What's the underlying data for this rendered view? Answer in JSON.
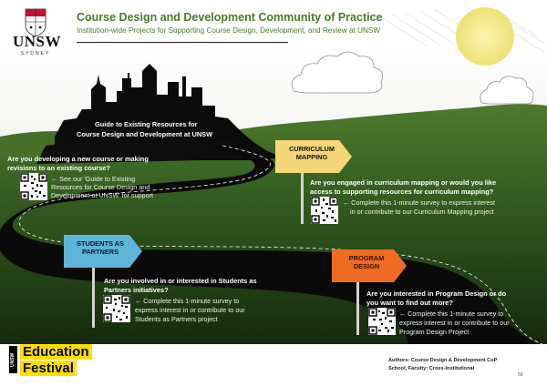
{
  "header": {
    "logo_text": "UNSW",
    "logo_subtext": "SYDNEY",
    "title": "Course Design and Development Community of Practice",
    "subtitle": "Institution-wide Projects for Supporting Course Design, Development, and Review at UNSW"
  },
  "city": {
    "label_line1": "Guide to Existing Resources for",
    "label_line2": "Course Design and Development at UNSW"
  },
  "sections": {
    "revisions": {
      "question_line1": "Are you developing a new course or making",
      "question_line2": "revisions to an existing course?",
      "desc_line1": "← See our 'Guide to Existing",
      "desc_line2": "Resources for Course Design and",
      "desc_line3": "Development at UNSW' for support"
    },
    "curriculum": {
      "sign_line1": "CURRICULUM",
      "sign_line2": "MAPPING",
      "question_line1": "Are you engaged in curriculum mapping  or would you like",
      "question_line2": "access to supporting resources for curriculum mapping?",
      "desc_line1": "← Complete this 1-minute survey to express interest",
      "desc_line2": "in or contribute to our Curriculum Mapping project"
    },
    "students": {
      "sign_line1": "STUDENTS AS",
      "sign_line2": "PARTNERS",
      "question_line1": "Are you involved in or interested in Students as",
      "question_line2": "Partners initiatives?",
      "desc_line1": "← Complete this 1-minute survey to",
      "desc_line2": "express interest in or contribute to our",
      "desc_line3": "Students as Partners project"
    },
    "program": {
      "sign_line1": "PROGRAM",
      "sign_line2": "DESIGN",
      "question_line1": "Are you interested in Program Design or do",
      "question_line2": "you want to find out more?",
      "desc_line1": "← Complete this 1-minute survey to",
      "desc_line2": "express interest in or contribute to our",
      "desc_line3": "Program Design Project"
    }
  },
  "footer": {
    "festival_tag": "UNSW",
    "festival_line1": "Education",
    "festival_line2": "Festival",
    "authors": "Authors: Course Design & Development CoP",
    "school": "School, Faculty: Cross-Institutional",
    "page_number": "59"
  },
  "colors": {
    "title_green": "#4b7a2a",
    "sign_yellow": "#f5d77a",
    "sign_blue": "#5fb4d8",
    "sign_orange": "#ef6a22",
    "festival_yellow": "#ffdd00",
    "sun": "#f4ea9a"
  },
  "icons": [
    "unsw-crest-icon",
    "qr-code-icon",
    "sun-icon",
    "cloud-icon",
    "signpost-icon"
  ]
}
